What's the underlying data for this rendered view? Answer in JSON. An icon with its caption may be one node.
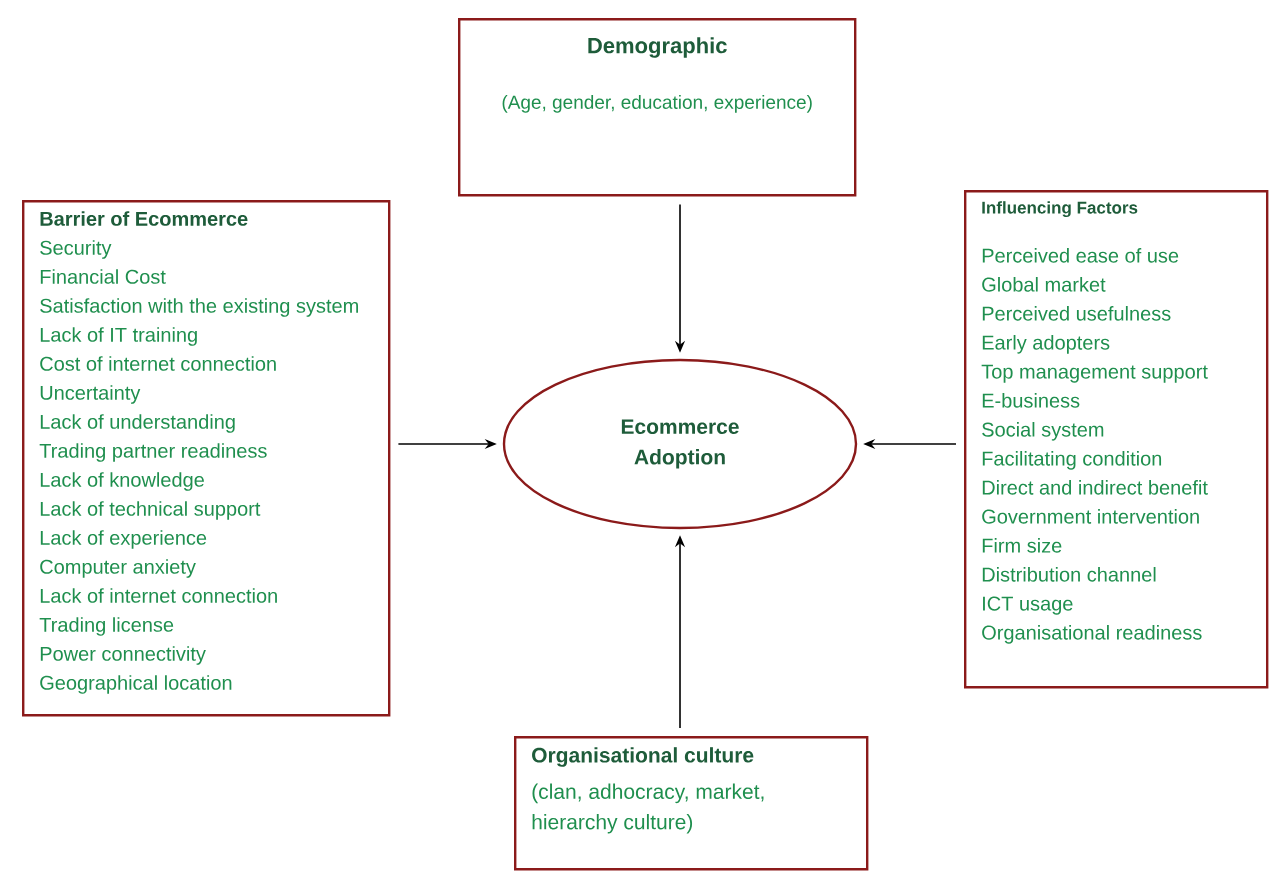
{
  "diagram": {
    "nodes": [
      {
        "text": [
          "Demographic",
          "(Age, gender, education, experience)"
        ]
      },
      {
        "text": [
          "Barrier of Ecommerce",
          "Security",
          "Financial Cost",
          "Satisfaction with the existing system",
          "Lack of IT training",
          "Cost of internet connection",
          "Uncertainty",
          "Lack of understanding",
          "Trading partner readiness",
          "Lack of knowledge",
          "Lack of technical support",
          "Lack of experience",
          "Computer anxiety",
          "Lack of internet connection",
          "Trading license",
          "Power connectivity",
          "Geographical location"
        ]
      },
      {
        "text": [
          "Ecommerce Adoption"
        ]
      },
      {
        "text": [
          "Influencing Factors",
          "Perceived ease of use",
          "Global market",
          "Perceived usefulness",
          "Early adopters",
          "Top management support",
          "E-business",
          "Social system",
          "Facilitating condition",
          "Direct and indirect benefit",
          "Government intervention",
          "Firm size",
          "Distribution channel",
          "ICT usage",
          "Organisational readiness"
        ]
      },
      {
        "text": [
          "Organisational culture",
          "(clan, adhocracy, market, hierarchy culture)"
        ]
      }
    ],
    "edges": [
      {
        "from": 0,
        "to": 2,
        "arrow": "to"
      },
      {
        "from": 1,
        "to": 2,
        "arrow": "to"
      },
      {
        "from": 3,
        "to": 2,
        "arrow": "to"
      },
      {
        "from": 4,
        "to": 2,
        "arrow": "to"
      }
    ]
  }
}
